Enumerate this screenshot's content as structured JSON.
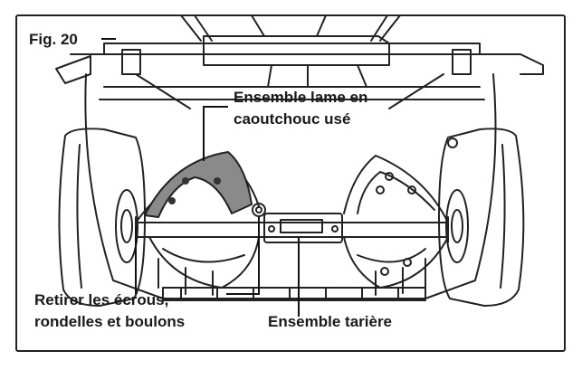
{
  "figure": {
    "fig_label": "Fig. 20",
    "callouts": {
      "worn_rubber_blade_line1": "Ensemble lame en",
      "worn_rubber_blade_line2": "caoutchouc usé",
      "remove_hardware_line1": "Retirer les écrous,",
      "remove_hardware_line2": "rondelles et boulons",
      "auger_assembly": "Ensemble tarière"
    },
    "colors": {
      "frame": "#1a1a1a",
      "highlighted_blade": "#8a8a8a",
      "background": "#ffffff"
    }
  }
}
